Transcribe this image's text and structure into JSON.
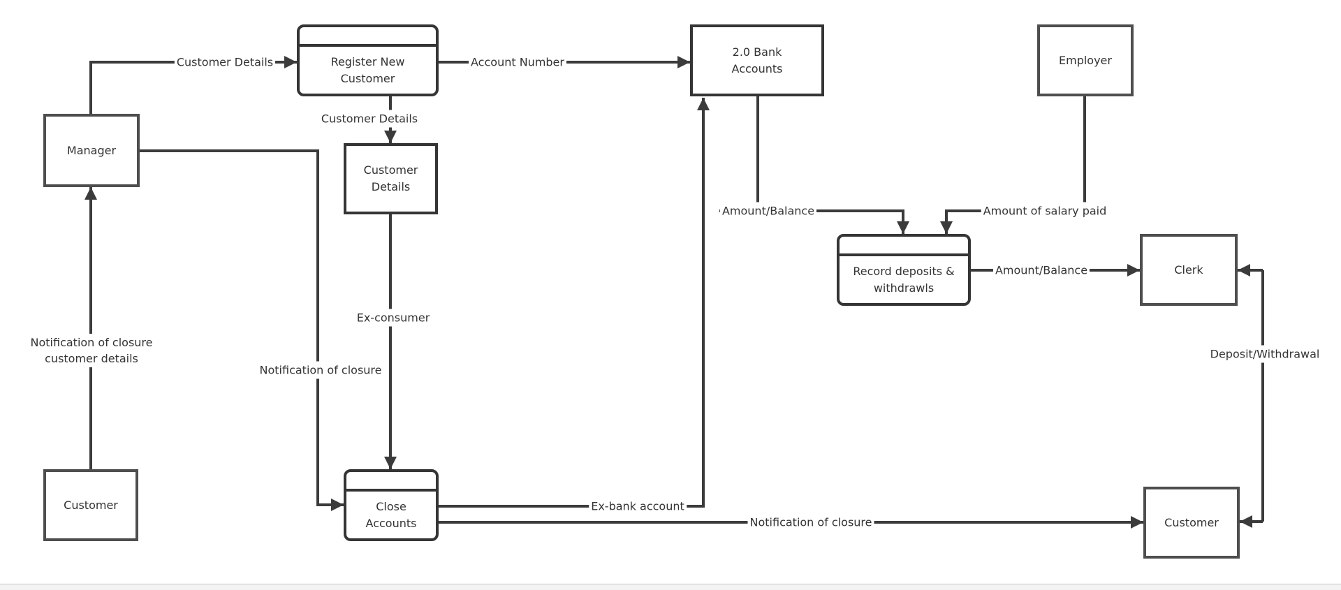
{
  "diagram": {
    "type": "data-flow-diagram",
    "background": "#ffffff",
    "line_color": "#3b3b3b",
    "entity_border_color": "#4e4e4e",
    "process_border_color": "#353535",
    "text_color": "#333333"
  },
  "nodes": {
    "register_new_customer": {
      "type": "process",
      "label": "Register New\nCustomer"
    },
    "bank_accounts": {
      "type": "process",
      "label": "2.0 Bank\nAccounts"
    },
    "employer": {
      "type": "entity",
      "label": "Employer"
    },
    "manager": {
      "type": "entity",
      "label": "Manager"
    },
    "customer_details": {
      "type": "store",
      "label": "Customer\nDetails"
    },
    "record_deposits": {
      "type": "process",
      "label": "Record deposits &\nwithdrawls"
    },
    "clerk": {
      "type": "entity",
      "label": "Clerk"
    },
    "close_accounts": {
      "type": "process",
      "label": "Close\nAccounts"
    },
    "customer_left": {
      "type": "entity",
      "label": "Customer"
    },
    "customer_right": {
      "type": "entity",
      "label": "Customer"
    }
  },
  "flow_labels": {
    "customer_details_top": "Customer Details",
    "account_number": "Account Number",
    "customer_details_mid": "Customer Details",
    "amount_balance_left": "Amount/Balance",
    "amount_salary_paid": "Amount of salary paid",
    "amount_balance_right": "Amount/Balance",
    "ex_consumer": "Ex-consumer",
    "notification_closure_mid": "Notification of closure",
    "notification_closure_customer": "Notification of closure\ncustomer details",
    "deposit_withdrawal": "Deposit/Withdrawal",
    "ex_bank_account": "Ex-bank account",
    "notification_closure_bottom": "Notification of closure"
  },
  "flows": [
    {
      "from": "Manager",
      "to": "Register New Customer",
      "label": "Customer Details"
    },
    {
      "from": "Register New Customer",
      "to": "2.0 Bank Accounts",
      "label": "Account Number"
    },
    {
      "from": "Register New Customer",
      "to": "Customer Details",
      "label": "Customer Details"
    },
    {
      "from": "Customer Details",
      "to": "Close Accounts",
      "label": "Ex-consumer"
    },
    {
      "from": "Manager",
      "to": "Close Accounts",
      "label": "Notification of closure"
    },
    {
      "from": "Customer",
      "to": "Manager",
      "label": "Notification of closure customer details"
    },
    {
      "from": "Close Accounts",
      "to": "2.0 Bank Accounts",
      "label": "Ex-bank account"
    },
    {
      "from": "Close Accounts",
      "to": "Customer",
      "label": "Notification of closure"
    },
    {
      "from": "2.0 Bank Accounts",
      "to": "Record deposits & withdrawls",
      "label": "Amount/Balance"
    },
    {
      "from": "Employer",
      "to": "Record deposits & withdrawls",
      "label": "Amount of salary paid"
    },
    {
      "from": "Record deposits & withdrawls",
      "to": "Clerk",
      "label": "Amount/Balance"
    },
    {
      "from": "Customer",
      "to": "Clerk",
      "label": "Deposit/Withdrawal"
    }
  ]
}
